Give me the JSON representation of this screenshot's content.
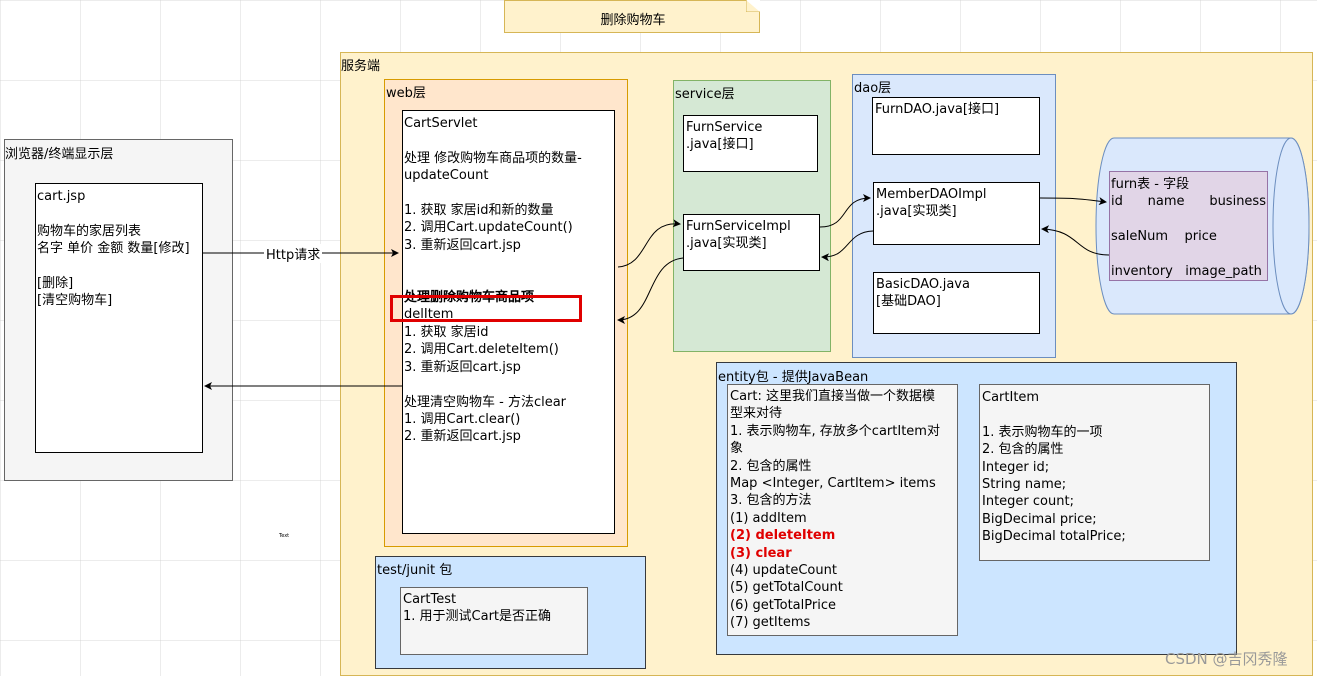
{
  "title_note": "删除购物车",
  "browser": {
    "label": "浏览器/终端显示层",
    "page_name": "cart.jsp",
    "lines": [
      "购物车的家居列表",
      "名字 单价 金额 数量[修改]",
      "",
      "[删除]",
      "[清空购物车]"
    ]
  },
  "http_label": "Http请求",
  "server_label": "服务端",
  "web": {
    "label": "web层",
    "servlet_name": "CartServlet",
    "update_lines": [
      "处理 修改购物车商品项的数量-",
      "updateCount",
      "",
      "1. 获取 家居id和新的数量",
      "2. 调用Cart.updateCount()",
      "3. 重新返回cart.jsp"
    ],
    "delete_title": "处理删除购物车商品项",
    "delete_lines": [
      "delItem",
      "1. 获取 家居id",
      "2. 调用Cart.deleteItem()",
      "3. 重新返回cart.jsp"
    ],
    "clear_lines": [
      "处理清空购物车 - 方法clear",
      "1. 调用Cart.clear()",
      "2. 重新返回cart.jsp"
    ]
  },
  "service": {
    "label": "service层",
    "iface_lines": [
      "FurnService",
      ".java[接口]"
    ],
    "impl_lines": [
      "FurnServiceImpl",
      ".java[实现类]"
    ]
  },
  "dao": {
    "label": "dao层",
    "iface_text": "FurnDAO.java[接口]",
    "impl_lines": [
      "MemberDAOImpl",
      ".java[实现类]"
    ],
    "basic_lines": [
      "BasicDAO.java",
      "[基础DAO]"
    ]
  },
  "db": {
    "lines": [
      "furn表 - 字段",
      "id      name      business",
      "",
      "saleNum    price",
      "",
      "inventory   image_path"
    ]
  },
  "entity": {
    "label": "entity包 - 提供JavaBean",
    "cart_lines": [
      "Cart: 这里我们直接当做一个数据模",
      "型来对待",
      "1. 表示购物车, 存放多个cartItem对",
      "象",
      "2. 包含的属性",
      "Map <Integer, CartItem> items",
      "3. 包含的方法",
      "(1) addItem"
    ],
    "cart_red_lines": [
      "(2) deleteItem",
      "(3) clear"
    ],
    "cart_more_lines": [
      "(4) updateCount",
      "(5) getTotalCount",
      "(6) getTotalPrice",
      "(7) getItems"
    ],
    "item_lines": [
      "CartItem",
      "",
      "1. 表示购物车的一项",
      "2. 包含的属性",
      "Integer id;",
      "String name;",
      "Integer count;",
      "BigDecimal price;",
      "BigDecimal totalPrice;"
    ]
  },
  "test": {
    "label": "test/junit 包",
    "lines": [
      "CartTest",
      "1. 用于测试Cart是否正确"
    ]
  },
  "tiny_text": "Text",
  "watermark": "CSDN @吉冈秀隆",
  "colors": {
    "server_fill": "#fff2cc",
    "server_stroke": "#d6b656",
    "web_fill": "#ffe6cc",
    "web_stroke": "#d79b00",
    "service_fill": "#d5e8d4",
    "service_stroke": "#82b366",
    "dao_fill": "#dae8fc",
    "dao_stroke": "#6c8ebf",
    "browser_fill": "#f5f5f5",
    "browser_stroke": "#666666",
    "db_fill": "#e1d5e7",
    "db_stroke": "#9673a6",
    "highlight": "#e00000"
  }
}
